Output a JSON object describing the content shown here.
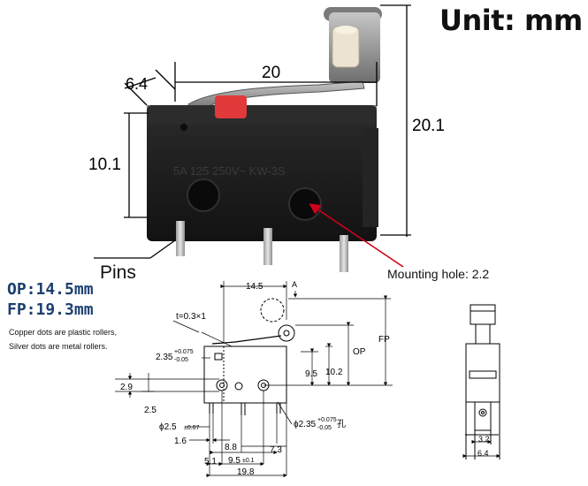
{
  "unit_label": "Unit: mm",
  "photo": {
    "dim_lever_length": "20",
    "dim_depth": "6.4",
    "dim_total_height": "20.1",
    "dim_body_height": "10.1",
    "body_marking": "5A 125 250V~ KW-3S",
    "pins_label": "Pins",
    "mounting_hole_label": "Mounting hole: 2.2"
  },
  "specs": {
    "op": "OP:14.5mm",
    "fp": "FP:19.3mm",
    "note_line1": "Copper dots are plastic rollers,",
    "note_line2": "Silver dots are metal rollers."
  },
  "drawing": {
    "d_14_5": "14.5",
    "arrow_a": "A",
    "thickness": "t=0.3×1",
    "hole_tol_main": "2.35",
    "hole_tol_up": "+0.075",
    "hole_tol_down": "-0.05",
    "op": "OP",
    "fp": "FP",
    "d_9_5": "9.5",
    "d_10_2": "10.2",
    "d_2_9": "2.9",
    "d_2_5": "2.5",
    "pin_dia": "ϕ2.5",
    "pin_dia_tol": "±0.07",
    "hole_dia": "ϕ2.35",
    "hole_dia_tol_up": "+0.075",
    "hole_dia_tol_down": "-0.05",
    "hole_dia_suffix": "孔",
    "d_1_6": "1.6",
    "d_8_8": "8.8",
    "d_7_3": "7.3",
    "d_5_1": "5.1",
    "d_9_5b": "9.5",
    "d_9_5b_tol": "±0.1",
    "d_19_8": "19.8",
    "side_3_2": "3.2",
    "side_6_4": "6.4"
  },
  "colors": {
    "body": "#1e1e1e",
    "actuator": "#e23a3a",
    "lever": "#9a9a9a",
    "roller": "#ebe3cf",
    "pin": "#c8c8c8",
    "arrow": "#d0021b",
    "spec_text": "#1c3f6e"
  }
}
